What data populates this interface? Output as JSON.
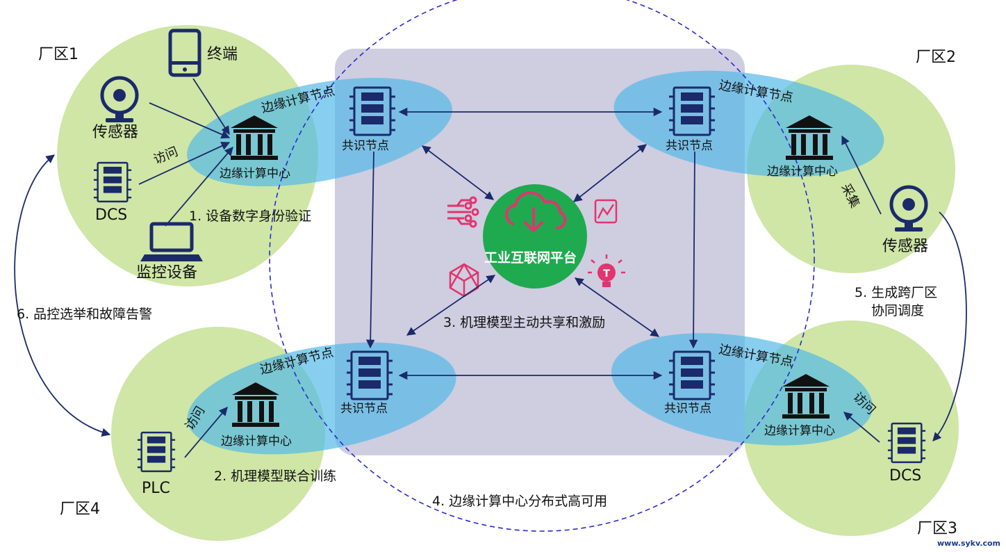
{
  "zones": {
    "zone1": "厂区1",
    "zone2": "厂区2",
    "zone3": "厂区3",
    "zone4": "厂区4"
  },
  "devices": {
    "terminal": "终端",
    "sensor_z1": "传感器",
    "dcs_z1": "DCS",
    "monitor": "监控设备",
    "sensor_z2": "传感器",
    "plc": "PLC",
    "dcs_z3": "DCS"
  },
  "nodes": {
    "edge_node": "边缘计算节点",
    "consensus_node": "共识节点",
    "edge_center": "边缘计算中心"
  },
  "actions": {
    "access": "访问",
    "collect": "采集"
  },
  "platform": {
    "title": "工业互联网平台"
  },
  "steps": {
    "s1": "1. 设备数字身份验证",
    "s2": "2. 机理模型联合训练",
    "s3": "3. 机理模型主动共享和激励",
    "s4": "4. 边缘计算中心分布式高可用",
    "s5_line1": "5. 生成跨厂区",
    "s5_line2": "协同调度",
    "s6": "6. 品控选举和故障告警"
  },
  "watermark": "www.sykv.com",
  "colors": {
    "zone_green": "#cfe6a6",
    "edge_blue": "#4fb8e8",
    "center_gray": "#cfcde0",
    "platform_green": "#1faa4f",
    "icon_navy": "#1b2a6b",
    "accent_pink": "#e2346e",
    "dashed_blue": "#2a2ad0"
  }
}
